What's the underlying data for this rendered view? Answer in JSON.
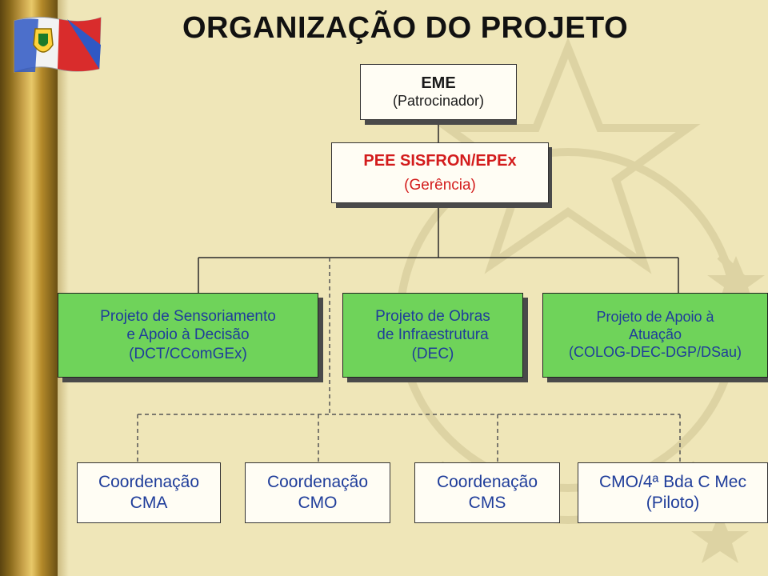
{
  "title": "ORGANIZAÇÃO DO PROJETO",
  "eme": {
    "name": "EME",
    "role": "(Patrocinador)"
  },
  "pee": {
    "name": "PEE SISFRON/EPEx",
    "role": "(Gerência)"
  },
  "projects": [
    {
      "lines": [
        "Projeto de Sensoriamento",
        "e Apoio à Decisão",
        "(DCT/CComGEx)"
      ]
    },
    {
      "lines": [
        "Projeto de Obras",
        "de Infraestrutura",
        "(DEC)"
      ]
    },
    {
      "lines": [
        "Projeto de Apoio à",
        "Atuação",
        "(COLOG-DEC-DGP/DSau)"
      ]
    }
  ],
  "coordinations": [
    {
      "lines": [
        "Coordenação",
        "CMA"
      ]
    },
    {
      "lines": [
        "Coordenação",
        "CMO"
      ]
    },
    {
      "lines": [
        "Coordenação",
        "CMS"
      ]
    },
    {
      "lines": [
        "CMO/4ª Bda C Mec",
        "(Piloto)"
      ]
    }
  ],
  "colors": {
    "green_box": "#6fd35a",
    "blue_text": "#1f3d9a",
    "red_text": "#d31c1c",
    "gold_band": "#c8a24a"
  }
}
